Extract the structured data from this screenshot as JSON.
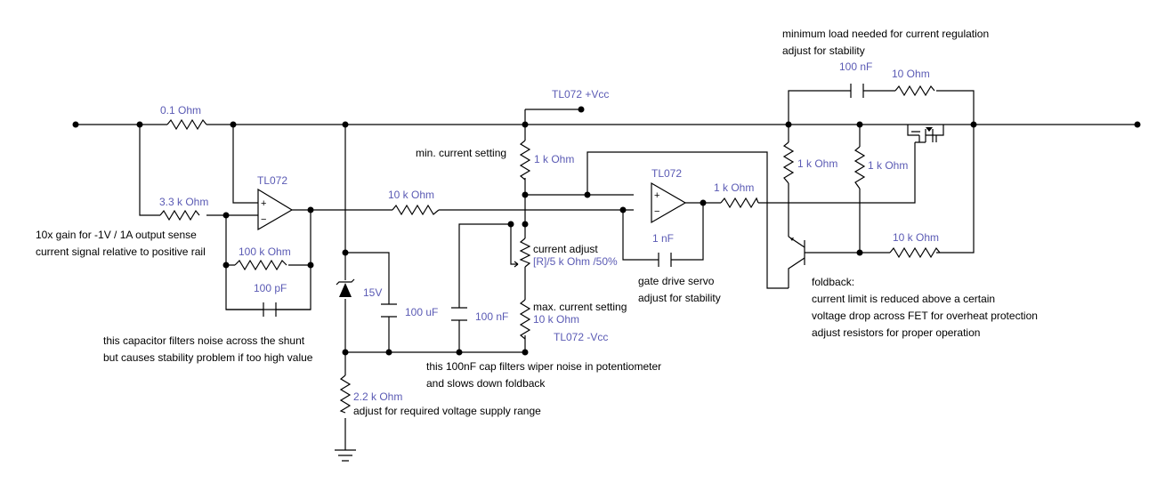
{
  "labels": {
    "r_shunt": "0.1  Ohm",
    "r_in": "3.3 k Ohm",
    "r_fb": "100 k Ohm",
    "c_fb": "100 pF",
    "op1": "TL072",
    "op2": "TL072",
    "r_10k_mid": "10 k Ohm",
    "vcc_pos": "TL072 +Vcc",
    "vcc_neg": "TL072 -Vcc",
    "r_min": "1 k Ohm",
    "r_max": "10 k Ohm",
    "pot_val": "[R]/5 k Ohm /50%",
    "c_wiper": "100 nF",
    "c_bulk": "100 uF",
    "zener": "15V",
    "r_22k": "2.2 k Ohm",
    "c_servo": "1 nF",
    "r_gate": "1 k Ohm",
    "r_1k_a": "1 k Ohm",
    "r_1k_b": "1 k Ohm",
    "r_10k_fold": "10 k Ohm",
    "c_snub": "100 nF",
    "r_snub": "10  Ohm"
  },
  "notes": {
    "gain_1": "10x gain for -1V / 1A output sense",
    "gain_2": "current signal relative to positive rail",
    "cap_1": "this capacitor filters noise across the shunt",
    "cap_2": "but causes stability problem if too high value",
    "min_current": "min. current setting",
    "current_adjust": "current adjust",
    "max_current": "max. current setting",
    "wiper_1": "this 100nF cap filters wiper noise in potentiometer",
    "wiper_2": "and slows down foldback",
    "supply_range": "adjust for required voltage supply range",
    "gate_1": "gate drive servo",
    "gate_2": "adjust for stability",
    "min_load_1": "minimum load needed for current regulation",
    "min_load_2": "adjust for stability",
    "fold_1": "foldback:",
    "fold_2": "current limit is reduced above a certain",
    "fold_3": "voltage drop across FET for overheat protection",
    "fold_4": "adjust resistors for proper operation"
  },
  "signs": {
    "plus": "+",
    "minus": "−"
  },
  "colors": {
    "wire": "#000000",
    "label": "#5a5ab4"
  }
}
